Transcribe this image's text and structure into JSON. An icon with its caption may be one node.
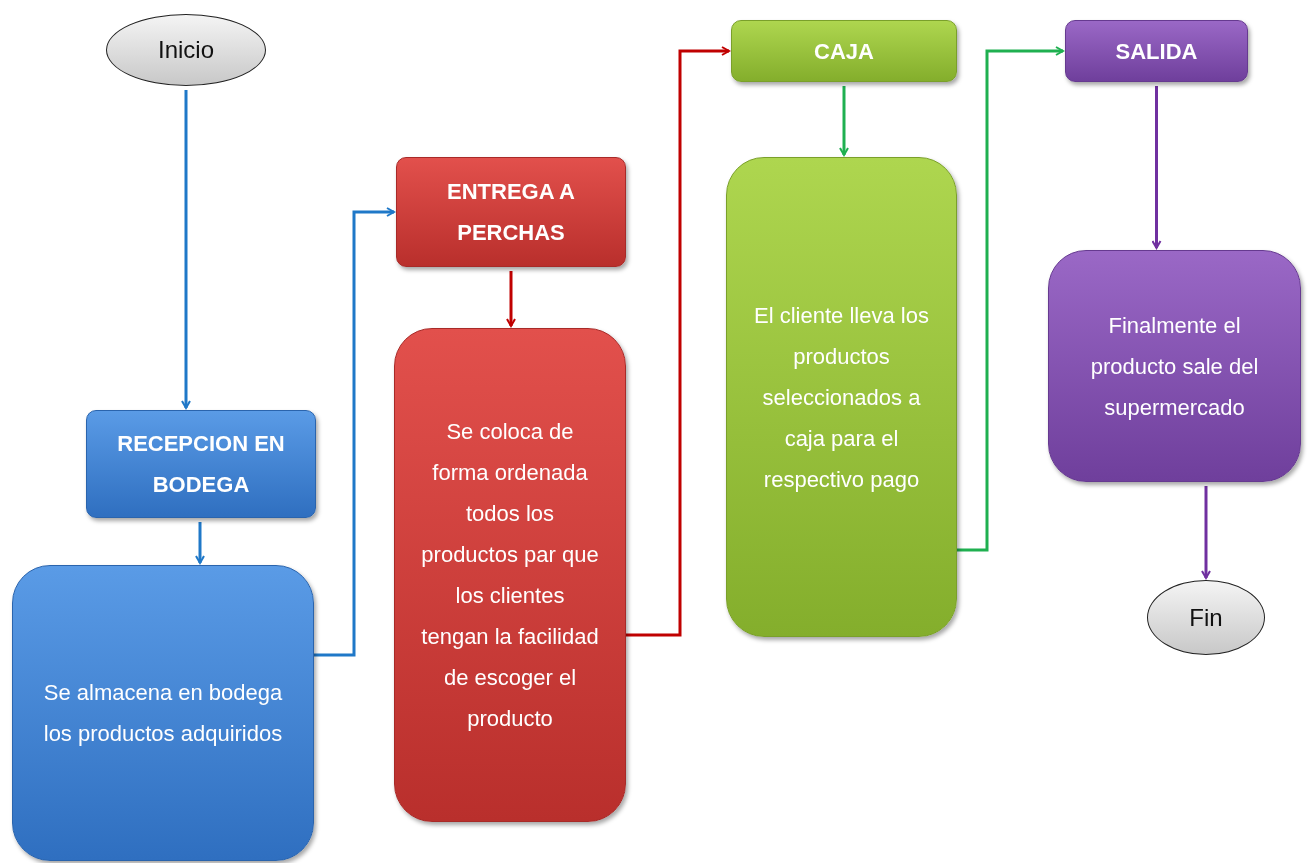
{
  "diagram": {
    "nodes": [
      {
        "text": [
          "Inicio"
        ]
      },
      {
        "text": [
          "RECEPCION EN BODEGA"
        ]
      },
      {
        "text": [
          "Se almacena en bodega los productos adquiridos"
        ]
      },
      {
        "text": [
          "ENTREGA A PERCHAS"
        ]
      },
      {
        "text": [
          "Se coloca de forma ordenada todos los productos par que los clientes tengan la facilidad de escoger el producto"
        ]
      },
      {
        "text": [
          "CAJA"
        ]
      },
      {
        "text": [
          "El cliente lleva los productos seleccionados a caja para el respectivo pago"
        ]
      },
      {
        "text": [
          "SALIDA"
        ]
      },
      {
        "text": [
          "Finalmente el producto sale del supermercado"
        ]
      },
      {
        "text": [
          "Fin"
        ]
      }
    ],
    "edges": [
      {
        "from": 0,
        "to": 1,
        "arrow": "to",
        "color": "#1f78c8"
      },
      {
        "from": 1,
        "to": 2,
        "arrow": "to",
        "color": "#1f78c8"
      },
      {
        "from": 2,
        "to": 3,
        "arrow": "to",
        "color": "#1f78c8"
      },
      {
        "from": 3,
        "to": 4,
        "arrow": "to",
        "color": "#c00000"
      },
      {
        "from": 4,
        "to": 5,
        "arrow": "to",
        "color": "#c00000"
      },
      {
        "from": 5,
        "to": 6,
        "arrow": "to",
        "color": "#1fb050"
      },
      {
        "from": 6,
        "to": 7,
        "arrow": "to",
        "color": "#1fb050"
      },
      {
        "from": 7,
        "to": 8,
        "arrow": "to",
        "color": "#7030a0"
      },
      {
        "from": 8,
        "to": 9,
        "arrow": "to",
        "color": "#7030a0"
      }
    ]
  }
}
